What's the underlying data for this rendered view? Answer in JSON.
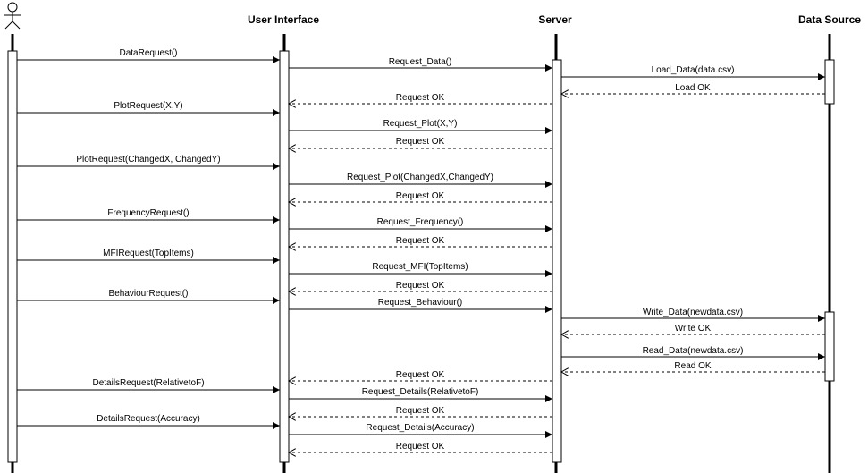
{
  "participants": [
    {
      "id": "user",
      "label": ""
    },
    {
      "id": "ui",
      "label": "User Interface"
    },
    {
      "id": "server",
      "label": "Server"
    },
    {
      "id": "data",
      "label": "Data Source"
    }
  ],
  "messages": [
    {
      "from": "user",
      "to": "ui",
      "label": "DataRequest()",
      "type": "sync"
    },
    {
      "from": "ui",
      "to": "server",
      "label": "Request_Data()",
      "type": "sync"
    },
    {
      "from": "server",
      "to": "data",
      "label": "Load_Data(data.csv)",
      "type": "sync"
    },
    {
      "from": "data",
      "to": "server",
      "label": "Load OK",
      "type": "return"
    },
    {
      "from": "server",
      "to": "ui",
      "label": "Request OK",
      "type": "return"
    },
    {
      "from": "user",
      "to": "ui",
      "label": "PlotRequest(X,Y)",
      "type": "sync"
    },
    {
      "from": "ui",
      "to": "server",
      "label": "Request_Plot(X,Y)",
      "type": "sync"
    },
    {
      "from": "server",
      "to": "ui",
      "label": "Request OK",
      "type": "return"
    },
    {
      "from": "user",
      "to": "ui",
      "label": "PlotRequest(ChangedX, ChangedY)",
      "type": "sync"
    },
    {
      "from": "ui",
      "to": "server",
      "label": "Request_Plot(ChangedX,ChangedY)",
      "type": "sync"
    },
    {
      "from": "server",
      "to": "ui",
      "label": "Request OK",
      "type": "return"
    },
    {
      "from": "user",
      "to": "ui",
      "label": "FrequencyRequest()",
      "type": "sync"
    },
    {
      "from": "ui",
      "to": "server",
      "label": "Request_Frequency()",
      "type": "sync"
    },
    {
      "from": "server",
      "to": "ui",
      "label": "Request OK",
      "type": "return"
    },
    {
      "from": "user",
      "to": "ui",
      "label": "MFIRequest(TopItems)",
      "type": "sync"
    },
    {
      "from": "ui",
      "to": "server",
      "label": "Request_MFI(TopItems)",
      "type": "sync"
    },
    {
      "from": "server",
      "to": "ui",
      "label": "Request OK",
      "type": "return"
    },
    {
      "from": "user",
      "to": "ui",
      "label": "BehaviourRequest()",
      "type": "sync"
    },
    {
      "from": "ui",
      "to": "server",
      "label": "Request_Behaviour()",
      "type": "sync"
    },
    {
      "from": "server",
      "to": "data",
      "label": "Write_Data(newdata.csv)",
      "type": "sync"
    },
    {
      "from": "data",
      "to": "server",
      "label": "Write OK",
      "type": "return"
    },
    {
      "from": "server",
      "to": "data",
      "label": "Read_Data(newdata.csv)",
      "type": "sync"
    },
    {
      "from": "data",
      "to": "server",
      "label": "Read OK",
      "type": "return"
    },
    {
      "from": "server",
      "to": "ui",
      "label": "Request OK",
      "type": "return"
    },
    {
      "from": "user",
      "to": "ui",
      "label": "DetailsRequest(RelativetoF)",
      "type": "sync"
    },
    {
      "from": "ui",
      "to": "server",
      "label": "Request_Details(RelativetoF)",
      "type": "sync"
    },
    {
      "from": "server",
      "to": "ui",
      "label": "Request OK",
      "type": "return"
    },
    {
      "from": "user",
      "to": "ui",
      "label": "DetailsRequest(Accuracy)",
      "type": "sync"
    },
    {
      "from": "ui",
      "to": "server",
      "label": "Request_Details(Accuracy)",
      "type": "sync"
    },
    {
      "from": "server",
      "to": "ui",
      "label": "Request OK",
      "type": "return"
    }
  ]
}
